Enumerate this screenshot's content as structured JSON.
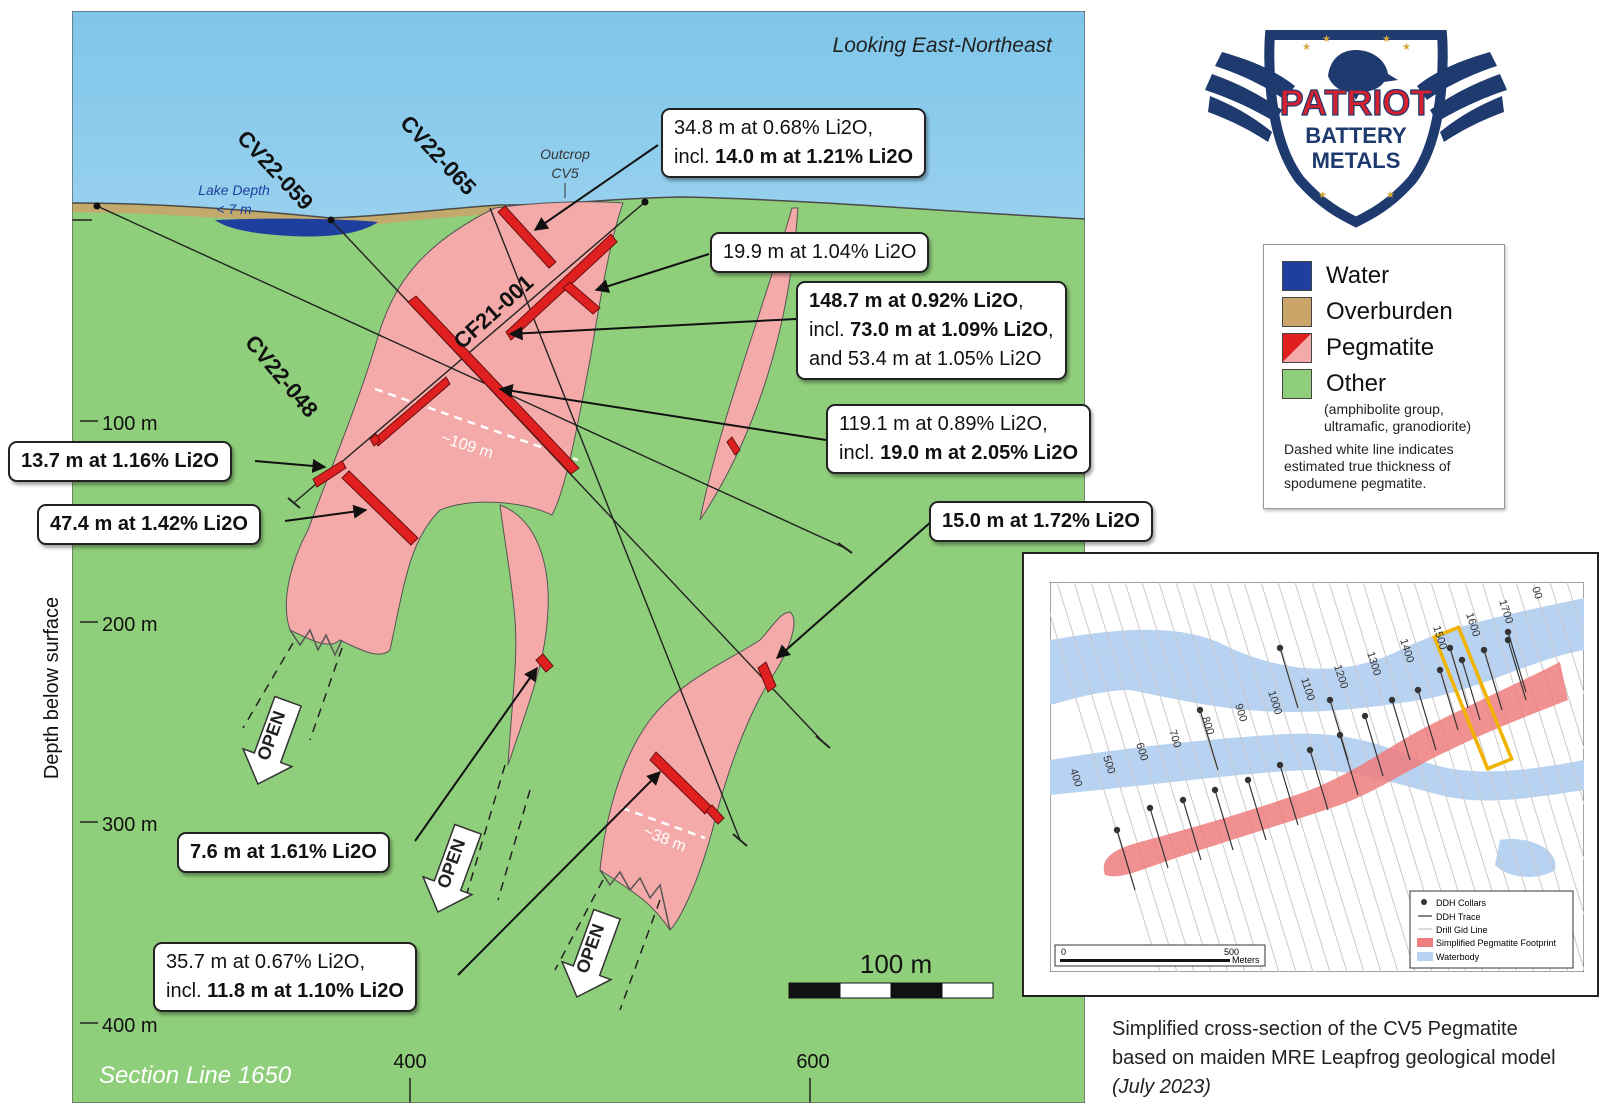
{
  "diagram": {
    "view_direction": "Looking East-Northeast",
    "section_line": "Section Line 1650",
    "outcrop_label": [
      "Outcrop",
      "CV5"
    ],
    "lake_label": [
      "Lake Depth",
      "< 7 m"
    ],
    "depth_axis_title": "Depth below surface",
    "depth_ticks": [
      "100 m",
      "200 m",
      "300 m",
      "400 m"
    ],
    "x_ticks": [
      "400",
      "600"
    ],
    "scale_bar_label": "100 m",
    "true_thickness_labels": [
      "~109 m",
      "~38 m"
    ],
    "open_label": "OPEN",
    "drill_holes": [
      "CV22-059",
      "CV22-065",
      "CF21-001",
      "CV22-048"
    ]
  },
  "callouts": [
    {
      "id": "cv22-065",
      "plain": "34.8 m at 0.68% Li2O,",
      "pre2": "incl. ",
      "bold2": "14.0 m at 1.21% Li2O"
    },
    {
      "id": "cv22-059-upper",
      "plain": "19.9 m at 1.04% Li2O"
    },
    {
      "id": "cf21-001",
      "bold": "148.7 m at 0.92% Li2O",
      "tail": ",",
      "pre2": "incl. ",
      "bold2": "73.0 m at 1.09% Li2O",
      "tail2": ",",
      "line3": "and 53.4 m at 1.05% Li2O"
    },
    {
      "id": "cv22-059-lower",
      "plain": "119.1 m at 0.89% Li2O,",
      "pre2": "incl. ",
      "bold2": "19.0 m at 2.05% Li2O"
    },
    {
      "id": "cv22-048-a",
      "bold": "13.7 m at 1.16% Li2O"
    },
    {
      "id": "cv22-048-b",
      "bold": "47.4 m at 1.42% Li2O"
    },
    {
      "id": "east-lens",
      "bold": "15.0 m at 1.72% Li2O"
    },
    {
      "id": "deep-a",
      "bold": "7.6 m at 1.61% Li2O"
    },
    {
      "id": "deep-b",
      "plain": "35.7 m at 0.67% Li2O,",
      "pre2": "incl. ",
      "bold2": "11.8 m at 1.10% Li2O"
    }
  ],
  "legend": {
    "items": [
      {
        "label": "Water",
        "color": "#1f3f9e"
      },
      {
        "label": "Overburden",
        "color": "#c9a56a"
      },
      {
        "label": "Pegmatite",
        "color": "#f4aaa8",
        "accent": "#e02020"
      },
      {
        "label": "Other",
        "color": "#8fce7a"
      }
    ],
    "other_note": [
      "(amphibolite group,",
      "ultramafic, granodiorite)"
    ],
    "dashed_note": [
      "Dashed white line indicates",
      "estimated true thickness of",
      "spodumene pegmatite."
    ]
  },
  "inset_map": {
    "grid_labels": [
      "400",
      "500",
      "600",
      "700",
      "800",
      "900",
      "1000",
      "1100",
      "1200",
      "1300",
      "1400",
      "1500",
      "1600",
      "1700",
      "00"
    ],
    "legend": [
      "DDH Collars",
      "DDH Trace",
      "Drill Gid Line",
      "Simplified Pegmatite Footprint",
      "Waterbody"
    ],
    "scale_start": "0",
    "scale_end": "500",
    "scale_unit": "Meters"
  },
  "caption": {
    "line1": "Simplified cross-section of the CV5 Pegmatite",
    "line2": "based on maiden MRE Leapfrog geological model",
    "line3": "(July 2023)"
  },
  "logo": {
    "line1": "PATRIOT",
    "line2": "BATTERY",
    "line3": "METALS"
  },
  "colors": {
    "sky_top": "#7fc6ea",
    "sky_bottom": "#ffffff",
    "other": "#8fce7a",
    "pegmatite": "#f4aaa8",
    "intercept": "#e02020",
    "water": "#1f3f9e",
    "overburden": "#c9a56a",
    "logo_navy": "#1e3a6e",
    "logo_red": "#d62230",
    "inset_water": "#b8d2f2",
    "inset_pegmatite": "#ef7d7d",
    "highlight": "#f0b400"
  }
}
